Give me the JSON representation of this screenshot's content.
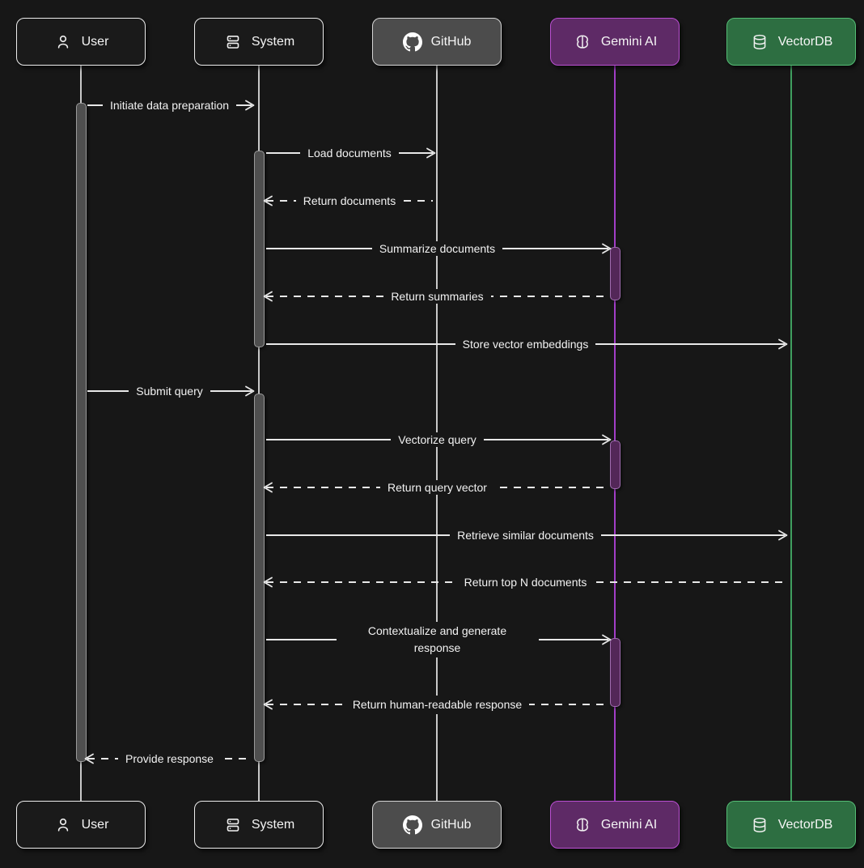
{
  "diagram": {
    "type": "sequence-diagram",
    "colors": {
      "background": "#171717",
      "message_line": "#e8e8e8",
      "text": "#f2f2f2",
      "plain_box_fill": "#1a1a1a",
      "plain_box_border": "#ededed",
      "github_fill": "#4c4c4c",
      "github_border": "#d6d6d6",
      "gemini_fill": "#5e2a66",
      "gemini_border": "#b94fd1",
      "gemini_lifeline": "#a23ec7",
      "vectordb_fill": "#2d6e41",
      "vectordb_border": "#55bd75",
      "vectordb_lifeline": "#3f9e5f",
      "activation_gray": "#4f4f4f",
      "activation_purple": "#532758"
    },
    "participants": [
      {
        "name": "User",
        "icon": "person-icon"
      },
      {
        "name": "System",
        "icon": "server-icon"
      },
      {
        "name": "GitHub",
        "icon": "github-icon"
      },
      {
        "name": "Gemini AI",
        "icon": "brain-icon"
      },
      {
        "name": "VectorDB",
        "icon": "database-icon"
      }
    ],
    "messages": [
      {
        "from": "User",
        "to": "System",
        "label": "Initiate data preparation",
        "style": "solid"
      },
      {
        "from": "System",
        "to": "GitHub",
        "label": "Load documents",
        "style": "solid"
      },
      {
        "from": "GitHub",
        "to": "System",
        "label": "Return documents",
        "style": "dashed"
      },
      {
        "from": "System",
        "to": "Gemini AI",
        "label": "Summarize documents",
        "style": "solid"
      },
      {
        "from": "Gemini AI",
        "to": "System",
        "label": "Return summaries",
        "style": "dashed"
      },
      {
        "from": "System",
        "to": "VectorDB",
        "label": "Store vector embeddings",
        "style": "solid"
      },
      {
        "from": "User",
        "to": "System",
        "label": "Submit query",
        "style": "solid"
      },
      {
        "from": "System",
        "to": "Gemini AI",
        "label": "Vectorize query",
        "style": "solid"
      },
      {
        "from": "Gemini AI",
        "to": "System",
        "label": "Return query vector",
        "style": "dashed"
      },
      {
        "from": "System",
        "to": "VectorDB",
        "label": "Retrieve similar documents",
        "style": "solid"
      },
      {
        "from": "VectorDB",
        "to": "System",
        "label": "Return top N documents",
        "style": "dashed"
      },
      {
        "from": "System",
        "to": "Gemini AI",
        "label": "Contextualize and generate response",
        "style": "solid"
      },
      {
        "from": "Gemini AI",
        "to": "System",
        "label": "Return human-readable response",
        "style": "dashed"
      },
      {
        "from": "System",
        "to": "User",
        "label": "Provide response",
        "style": "dashed"
      }
    ]
  }
}
